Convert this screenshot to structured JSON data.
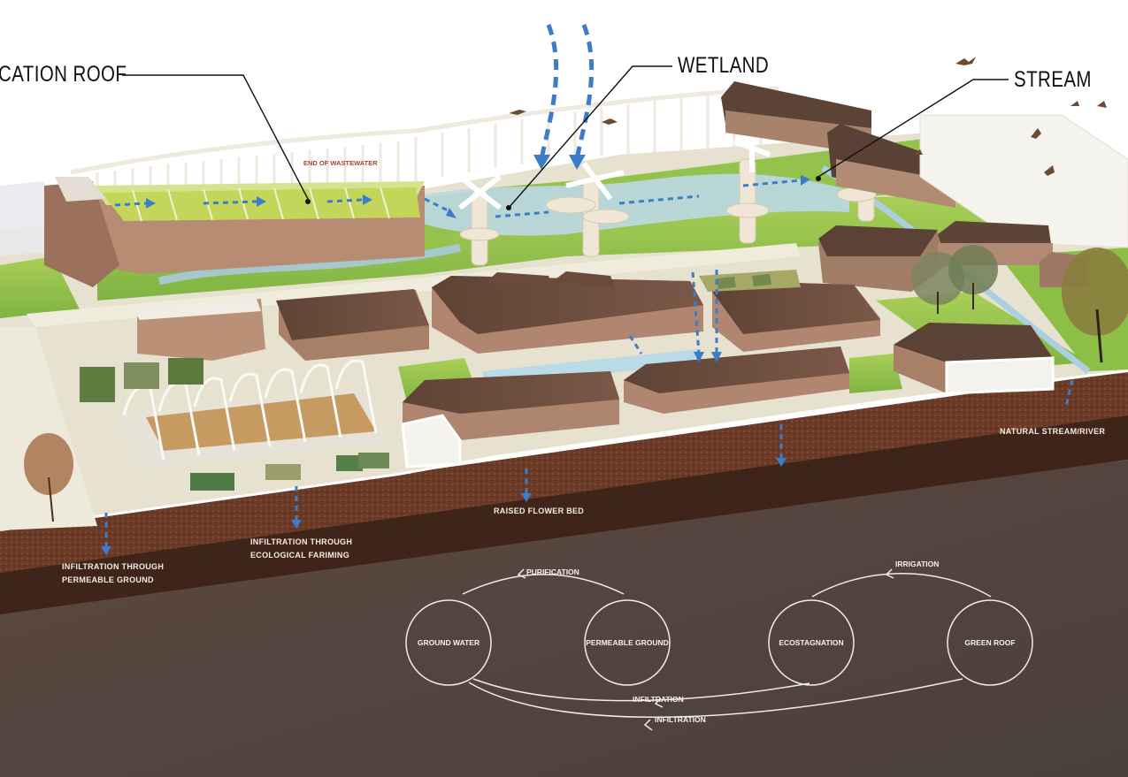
{
  "callouts": {
    "purification_roof": "CATION ROOF",
    "wetland": "WETLAND",
    "stream": "STREAM"
  },
  "site_labels": {
    "end_of_wastewater": "END OF WASTEWATER"
  },
  "soil_labels": {
    "permeable_ground": [
      "INFILTRATION THROUGH",
      "PERMEABLE GROUND"
    ],
    "ecological_farming": [
      "INFILTRATION THROUGH",
      "ECOLOGICAL FARIMING"
    ],
    "raised_flower_bed": "RAISED FLOWER BED",
    "natural_stream": "NATURAL STREAM/RIVER"
  },
  "cycle_diagram": {
    "nodes": [
      {
        "id": "ground_water",
        "label": "GROUND WATER"
      },
      {
        "id": "permeable_ground",
        "label": "PERMEABLE GROUND"
      },
      {
        "id": "ecostagnation",
        "label": "ECOSTAGNATION"
      },
      {
        "id": "green_roof",
        "label": "GREEN ROOF"
      }
    ],
    "flows": [
      {
        "label": "PURIFICATION",
        "from": "permeable_ground",
        "to": "ground_water"
      },
      {
        "label": "IRRIGATION",
        "from": "green_roof",
        "to": "ecostagnation"
      },
      {
        "label": "INFILTRATION",
        "from": "ecostagnation",
        "to": "ground_water"
      },
      {
        "label": "INFILTRATION",
        "from": "green_roof",
        "to": "ground_water"
      }
    ]
  },
  "colors": {
    "sky": "#ffffff",
    "grass": "#8fc04a",
    "water": "#b9d6e3",
    "roof": "#6e4e3d",
    "brick": "#b58d74",
    "topsoil": "#6a3a26",
    "subsoil": "#3e2418",
    "bedrock": "#5a4a42",
    "arrow_blue": "#3d7cc9",
    "cycle_line": "#f1ebe3"
  }
}
